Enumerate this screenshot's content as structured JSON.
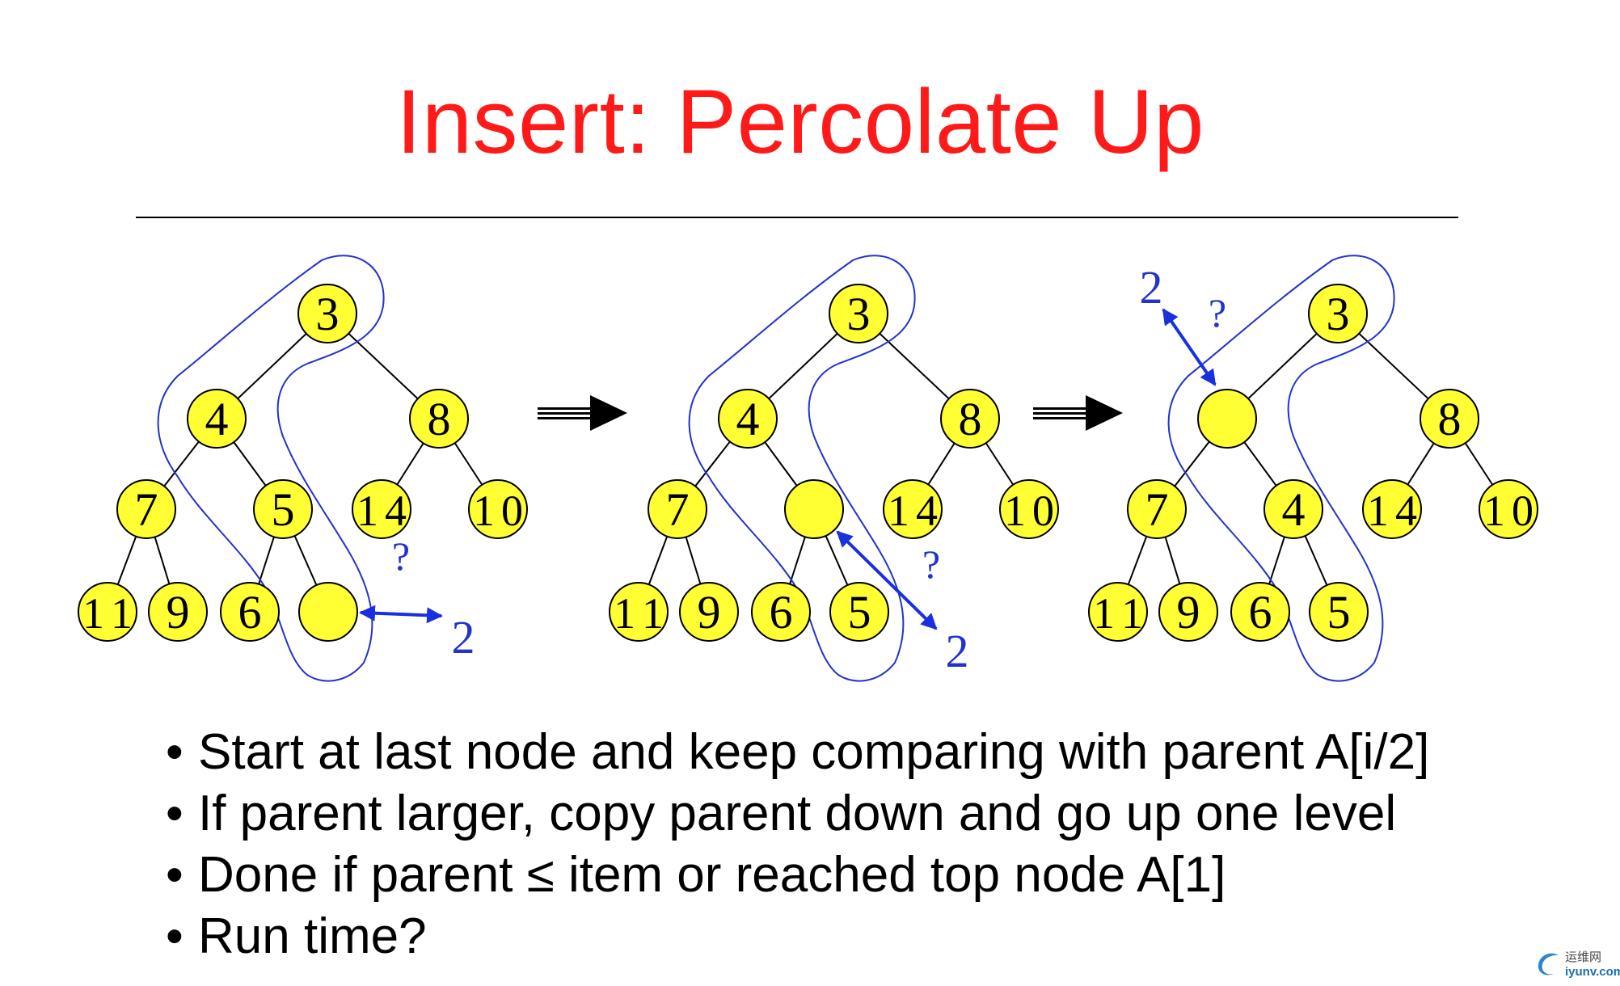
{
  "title": "Insert: Percolate Up",
  "trees": [
    {
      "nodes": [
        "3",
        "4",
        "8",
        "7",
        "5",
        "14",
        "10",
        "11",
        "9",
        "6",
        ""
      ],
      "question_label": "?",
      "insert_label": "2"
    },
    {
      "nodes": [
        "3",
        "4",
        "8",
        "7",
        "",
        "14",
        "10",
        "11",
        "9",
        "6",
        "5"
      ],
      "question_label": "?",
      "insert_label": "2"
    },
    {
      "nodes": [
        "3",
        "",
        "8",
        "7",
        "4",
        "14",
        "10",
        "11",
        "9",
        "6",
        "5"
      ],
      "question_label": "?",
      "insert_label": "2"
    }
  ],
  "bullets": [
    "Start at last node and keep comparing with parent A[i/2]",
    "If parent larger, copy parent down and go up one level",
    "Done if parent ≤ item or reached top node A[1]",
    "Run time?"
  ],
  "bullet_marker": "•",
  "watermark": {
    "line1": "运维网",
    "line2": "iyunv.com"
  },
  "colors": {
    "title": "#ff1a1a",
    "node_fill": "#ffff33",
    "node_stroke": "#000000",
    "annotation": "#2233cc",
    "arrow": "#000000"
  },
  "icons": {
    "step_arrow": "right-arrow-icon",
    "watermark_logo": "swoosh-logo-icon"
  }
}
